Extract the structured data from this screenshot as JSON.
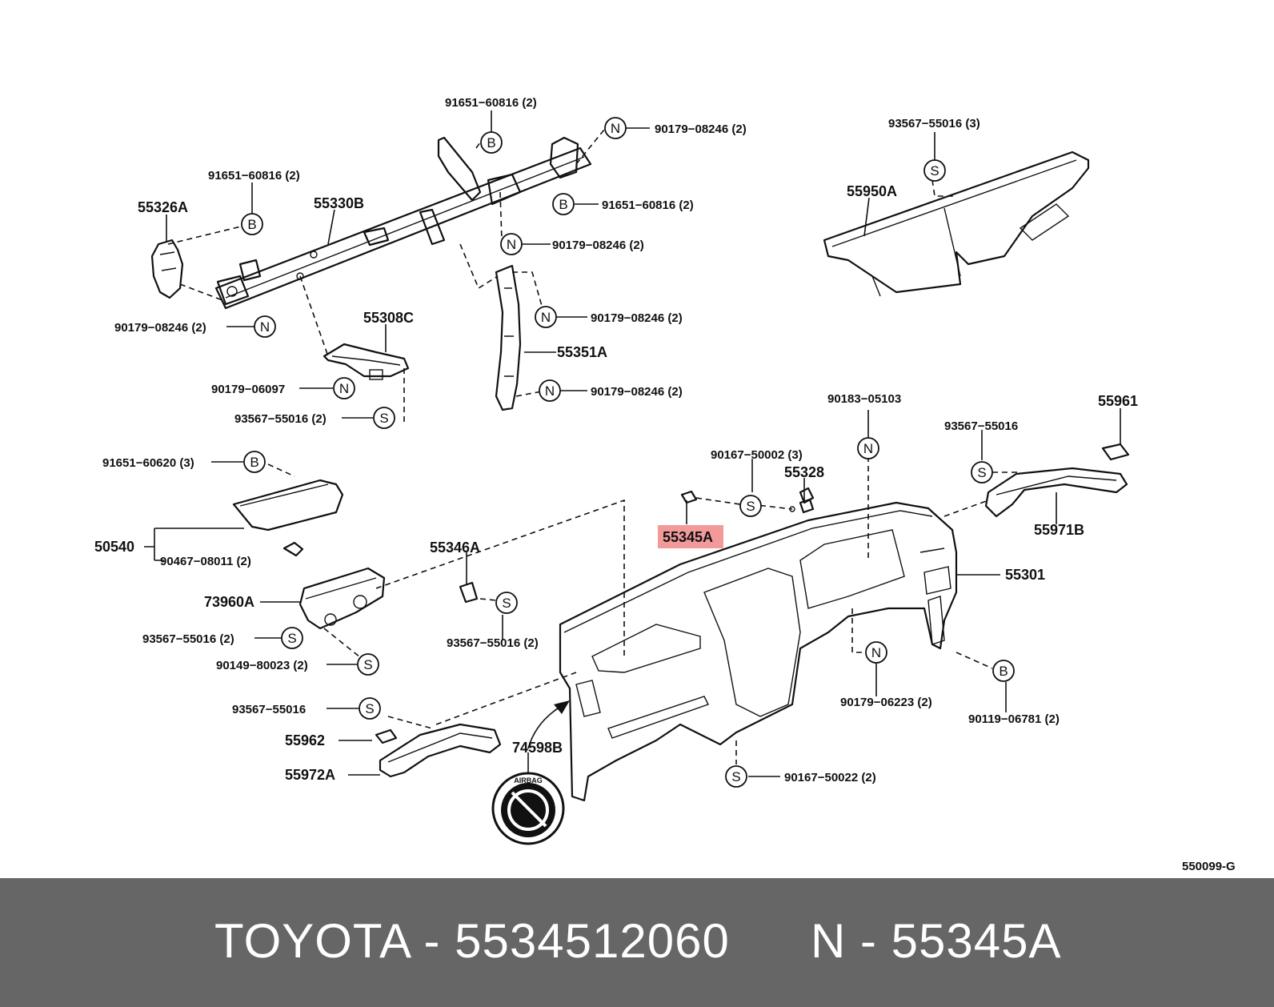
{
  "diagram": {
    "code": "550099-G",
    "highlight_color": "#f29a9a",
    "callouts": [
      {
        "id": "c1",
        "text": "91651−60816 (2)"
      },
      {
        "id": "c2",
        "text": "90179−08246 (2)"
      },
      {
        "id": "c3",
        "text": "91651−60816 (2)"
      },
      {
        "id": "c4",
        "text": "55326A"
      },
      {
        "id": "c5",
        "text": "55330B"
      },
      {
        "id": "c6",
        "text": "91651−60816 (2)"
      },
      {
        "id": "c7",
        "text": "90179−08246 (2)"
      },
      {
        "id": "c8",
        "text": "90179−08246 (2)"
      },
      {
        "id": "c9",
        "text": "55308C"
      },
      {
        "id": "c10",
        "text": "90179−08246 (2)"
      },
      {
        "id": "c11",
        "text": "55351A"
      },
      {
        "id": "c12",
        "text": "90179−06097"
      },
      {
        "id": "c13",
        "text": "90179−08246 (2)"
      },
      {
        "id": "c14",
        "text": "93567−55016 (2)"
      },
      {
        "id": "c15",
        "text": "93567−55016 (3)"
      },
      {
        "id": "c16",
        "text": "55950A"
      },
      {
        "id": "c17",
        "text": "90183−05103"
      },
      {
        "id": "c18",
        "text": "55961"
      },
      {
        "id": "c19",
        "text": "93567−55016"
      },
      {
        "id": "c20",
        "text": "91651−60620 (3)"
      },
      {
        "id": "c21",
        "text": "90167−50002 (3)"
      },
      {
        "id": "c22",
        "text": "55328"
      },
      {
        "id": "c23",
        "text": "55345A"
      },
      {
        "id": "c24",
        "text": "55971B"
      },
      {
        "id": "c25",
        "text": "50540"
      },
      {
        "id": "c26",
        "text": "90467−08011 (2)"
      },
      {
        "id": "c27",
        "text": "55346A"
      },
      {
        "id": "c28",
        "text": "55301"
      },
      {
        "id": "c29",
        "text": "73960A"
      },
      {
        "id": "c30",
        "text": "93567−55016 (2)"
      },
      {
        "id": "c31",
        "text": "93567−55016 (2)"
      },
      {
        "id": "c32",
        "text": "90149−80023 (2)"
      },
      {
        "id": "c33",
        "text": "90179−06223 (2)"
      },
      {
        "id": "c34",
        "text": "90119−06781 (2)"
      },
      {
        "id": "c35",
        "text": "93567−55016"
      },
      {
        "id": "c36",
        "text": "55962"
      },
      {
        "id": "c37",
        "text": "74598B"
      },
      {
        "id": "c38",
        "text": "55972A"
      },
      {
        "id": "c39",
        "text": "90167−50022 (2)"
      }
    ],
    "markers": {
      "B": "B",
      "N": "N",
      "S": "S"
    }
  },
  "footer": {
    "brand_part": "TOYOTA - 5534512060",
    "ref": "N - 55345A"
  }
}
